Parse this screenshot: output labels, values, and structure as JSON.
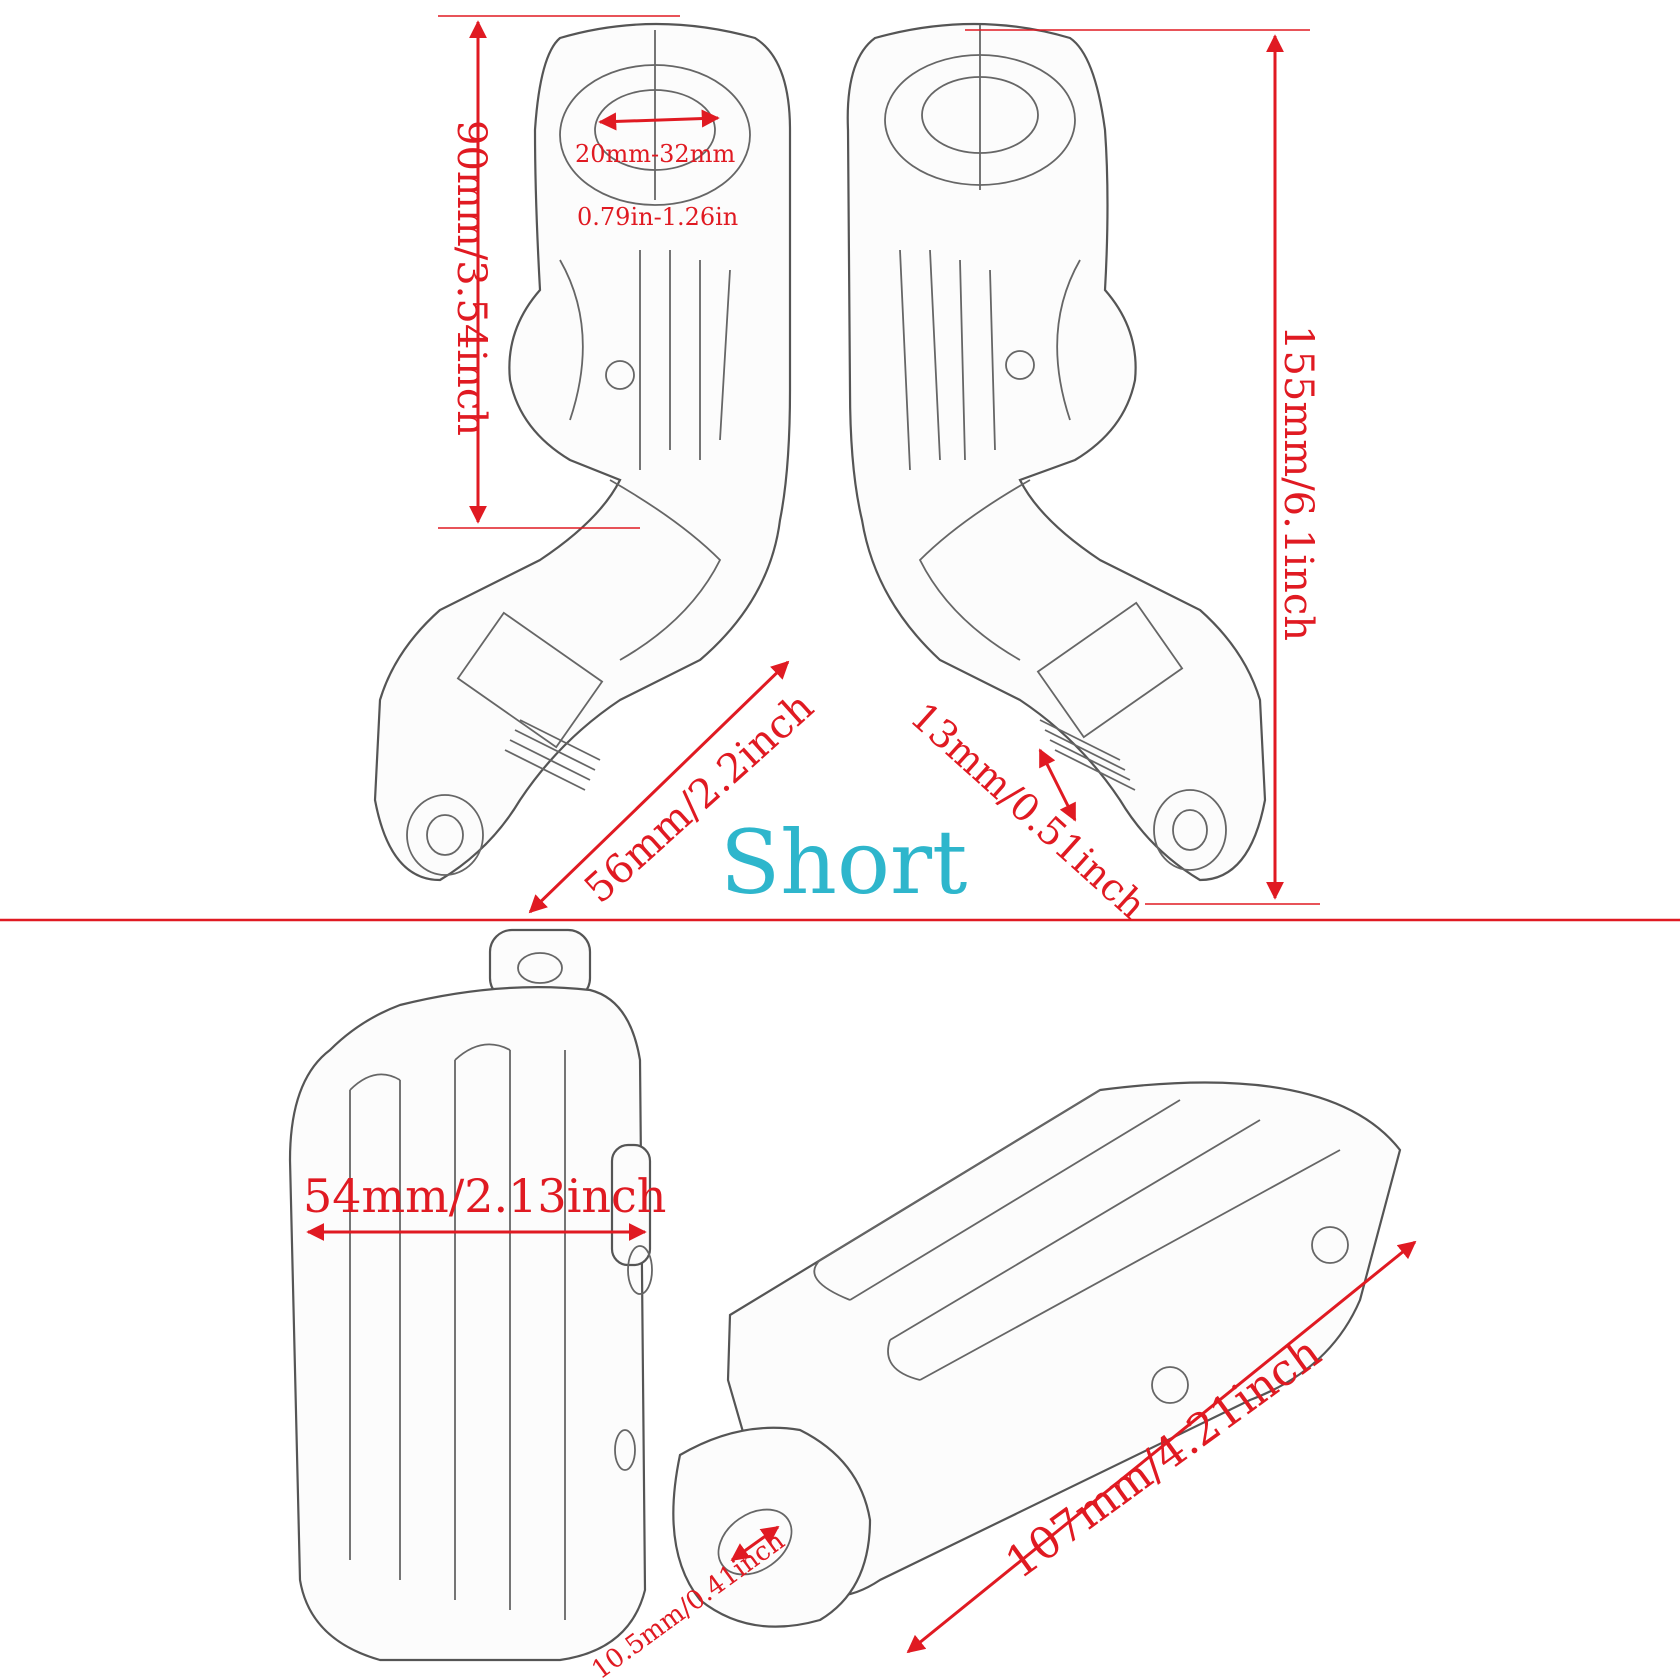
{
  "labels": {
    "top_left_height": "90mm/3.54inch",
    "clamp_range_mm": "20mm-32mm",
    "clamp_range_in": "0.79in-1.26in",
    "total_height": "155mm/6.1inch",
    "left_offset": "56mm/2.2inch",
    "thread": "13mm/0.51inch",
    "variant": "Short",
    "peg_width": "54mm/2.13inch",
    "peg_length": "107mm/4.21inch",
    "pin_hole": "10.5mm/0.41inch"
  },
  "colors": {
    "dimension": "#e01a22",
    "title": "#2eb6cc",
    "outline": "#555555"
  }
}
